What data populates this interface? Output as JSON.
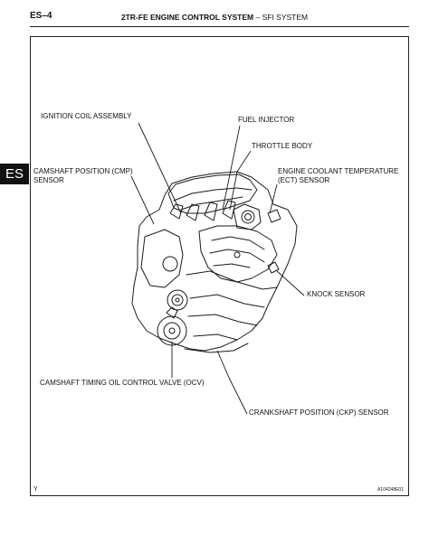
{
  "header": {
    "page_id": "ES–4",
    "title_bold": "2TR-FE ENGINE CONTROL SYSTEM",
    "title_separator": " – ",
    "title_normal": "SFI SYSTEM"
  },
  "side_tab": {
    "label": "ES"
  },
  "figure": {
    "labels": {
      "ignition_coil": "IGNITION COIL ASSEMBLY",
      "fuel_injector": "FUEL INJECTOR",
      "throttle_body": "THROTTLE BODY",
      "cmp_line1": "CAMSHAFT POSITION (CMP)",
      "cmp_line2": "SENSOR",
      "ect_line1": "ENGINE COOLANT TEMPERATURE",
      "ect_line2": "(ECT) SENSOR",
      "knock": "KNOCK SENSOR",
      "ocv": "CAMSHAFT TIMING OIL CONTROL VALVE (OCV)",
      "ckp": "CRANKSHAFT POSITION (CKP) SENSOR"
    },
    "corner_mark": "Y",
    "figure_code": "A104248E01"
  }
}
